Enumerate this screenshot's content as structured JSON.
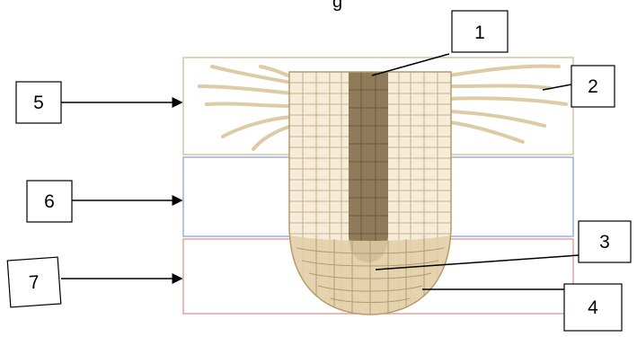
{
  "title_fragment": "g",
  "labels": {
    "l1": "1",
    "l2": "2",
    "l3": "3",
    "l4": "4",
    "l5": "5",
    "l6": "6",
    "l7": "7"
  },
  "colors": {
    "zone_top": "#cfc8a4",
    "zone_mid": "#9bb0d6",
    "zone_bottom": "#e8a0a0",
    "cortex_cell": "#f5ecd9",
    "cell_line": "#c9b088",
    "stele": "#8f7a5a",
    "root_hair": "#eadcc0",
    "root_cap": "#e2cfa8"
  }
}
